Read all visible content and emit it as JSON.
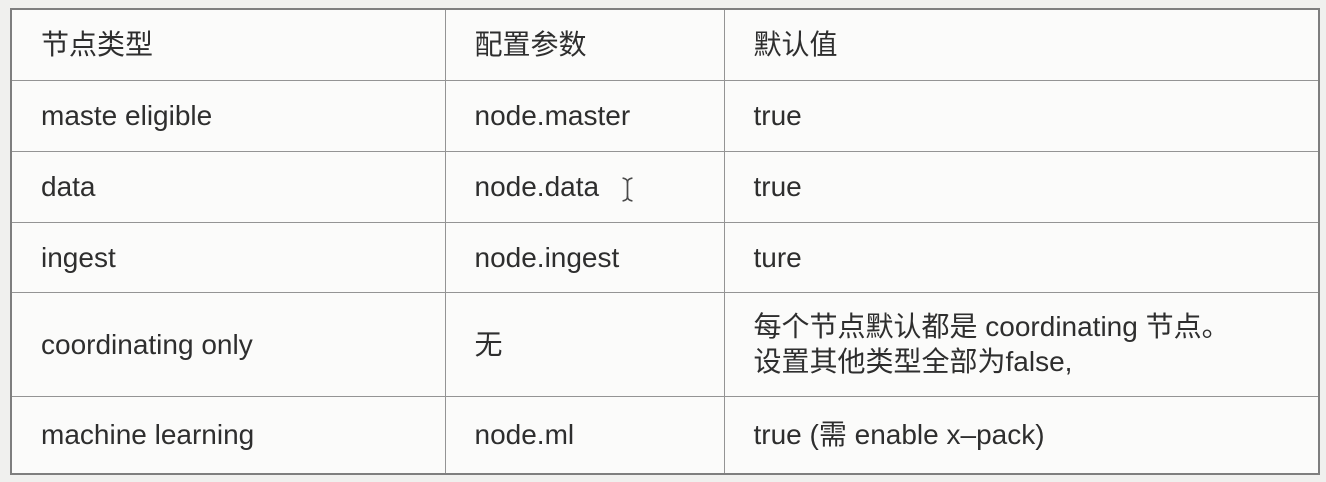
{
  "table": {
    "columns": [
      {
        "key": "node_type",
        "label": "节点类型"
      },
      {
        "key": "param",
        "label": "配置参数"
      },
      {
        "key": "default",
        "label": "默认值"
      }
    ],
    "rows": [
      {
        "node_type": "maste eligible",
        "param": "node.master",
        "default": "true"
      },
      {
        "node_type": "data",
        "param": "node.data",
        "default": "true"
      },
      {
        "node_type": "ingest",
        "param": "node.ingest",
        "default": "ture"
      },
      {
        "node_type": "coordinating only",
        "param": "无",
        "default": "每个节点默认都是 coordinating 节点。\n设置其他类型全部为false,"
      },
      {
        "node_type": "machine learning",
        "param": "node.ml",
        "default": "true (需 enable x–pack)"
      }
    ]
  },
  "cursor": {
    "icon": "text-ibeam-cursor",
    "located_after": "node.data"
  },
  "colors": {
    "page_background": "#f0f0ee",
    "cell_background": "#fbfbfa",
    "border": "#8c8c8c",
    "text": "#2e2e2e"
  }
}
